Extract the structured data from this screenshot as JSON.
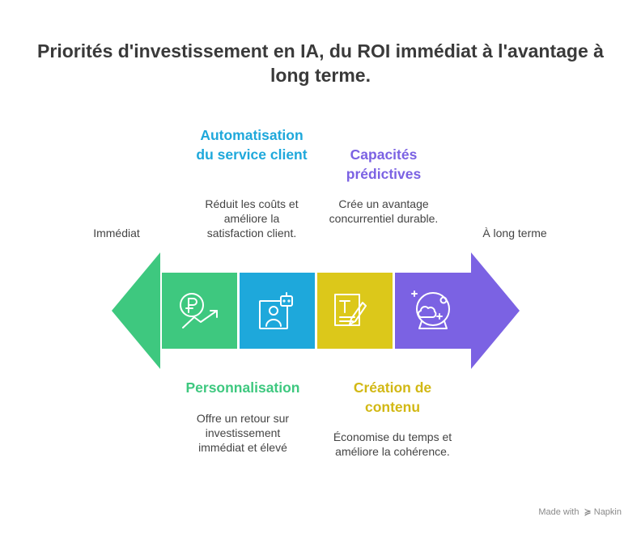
{
  "title": "Priorités d'investissement en IA, du ROI immédiat à l'avantage à long terme.",
  "ends": {
    "left": "Immédiat",
    "right": "À long terme"
  },
  "colors": {
    "green": "#3ec87f",
    "blue": "#1ea8db",
    "yellow": "#dcc81a",
    "purple": "#7b62e3"
  },
  "segments": [
    {
      "heading": "Personnalisation",
      "description": "Offre un retour sur investissement immédiat et élevé",
      "icon": "money-growth-icon",
      "color": "#3ec87f"
    },
    {
      "heading": "Automatisation du service client",
      "description": "Réduit les coûts et améliore la satisfaction client.",
      "icon": "robot-support-icon",
      "color": "#1ea8db"
    },
    {
      "heading": "Création de contenu",
      "description": "Économise du temps et améliore la cohérence.",
      "icon": "document-edit-icon",
      "color": "#dcc81a"
    },
    {
      "heading": "Capacités prédictives",
      "description": "Crée un avantage concurrentiel durable.",
      "icon": "crystal-ball-icon",
      "color": "#7b62e3"
    }
  ],
  "footer": {
    "made_with": "Made with",
    "brand": "Napkin"
  }
}
